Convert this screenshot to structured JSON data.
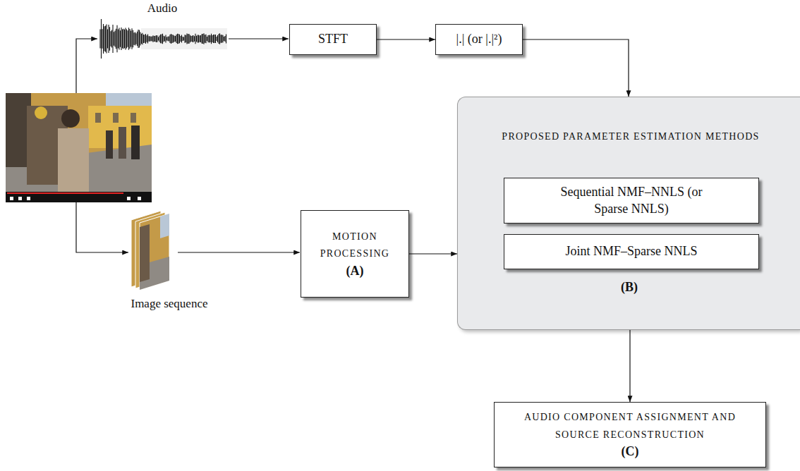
{
  "diagram": {
    "nodes": [
      {
        "text": [
          "STFT"
        ]
      },
      {
        "text": [
          "|.| (or |.|²)"
        ]
      },
      {
        "text": [
          "MOTION PROCESSING",
          "(A)"
        ]
      },
      {
        "text": [
          "PROPOSED PARAMETER ESTIMATION METHODS",
          "(B)"
        ]
      },
      {
        "text": [
          "Sequential NMF–NNLS (or Sparse NNLS)"
        ],
        "in": 3
      },
      {
        "text": [
          "Joint NMF–Sparse NNLS"
        ],
        "in": 3
      },
      {
        "text": [
          "AUDIO COMPONENT ASSIGNMENT AND SOURCE RECONSTRUCTION",
          "(C)"
        ]
      }
    ],
    "edges": [
      {
        "from": 0,
        "to": 1,
        "arrow": "to"
      },
      {
        "from": 1,
        "to": 3,
        "arrow": "to"
      },
      {
        "from": 2,
        "to": 3,
        "arrow": "to"
      },
      {
        "from": 3,
        "to": 6,
        "arrow": "to"
      }
    ],
    "labels": [
      "Audio",
      "Image sequence"
    ]
  }
}
